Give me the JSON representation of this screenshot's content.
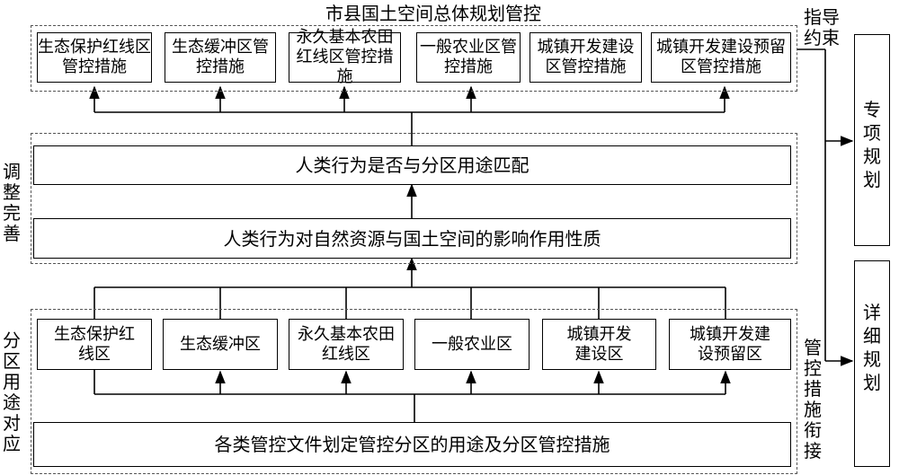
{
  "title": "市县国土空间总体规划管控",
  "top_measures": [
    "生态保护红线区管控措施",
    "生态缓冲区管控措施",
    "永久基本农田红线区管控措施",
    "一般农业区管控措施",
    "城镇开发建设区管控措施",
    "城镇开发建设预留区管控措施"
  ],
  "match_box": "人类行为是否与分区用途匹配",
  "impact_box": "人类行为对自然资源与国土空间的影响作用性质",
  "zones": [
    "生态保护红线区",
    "生态缓冲区",
    "永久基本农田红线区",
    "一般农业区",
    "城镇开发建设区",
    "城镇开发建设预留区"
  ],
  "bottom_box": "各类管控文件划定管控分区的用途及分区管控措施",
  "side_labels": {
    "adjust": "调整完善",
    "zone_use": "分区用途对应",
    "guide": "指导约束",
    "measures_link": "管控措施衔接"
  },
  "right_boxes": {
    "special": "专项规划",
    "detailed": "详细规划"
  }
}
